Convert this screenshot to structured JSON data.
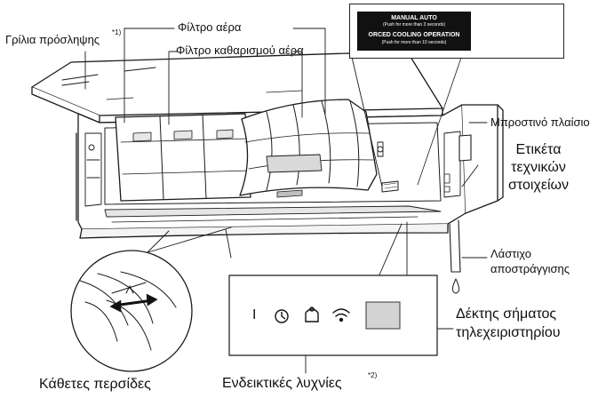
{
  "labels": {
    "intake_grille": "Γρίλια πρόσληψης",
    "intake_grille_note": "*1)",
    "air_filter": "Φίλτρο αέρα",
    "cleaning_filter": "Φίλτρο καθαρισμού αέρα",
    "front_panel": "Μπροστινό πλαίσιο",
    "spec_label_1": "Ετικέτα",
    "spec_label_2": "τεχνικών",
    "spec_label_3": "στοιχείων",
    "drain_hose_1": "Λάστιχο",
    "drain_hose_2": "αποστράγγισης",
    "receiver_1": "Δέκτης σήματος",
    "receiver_2": "τηλεχειριστηρίου",
    "vertical_louvers": "Κάθετες περσίδες",
    "indicators": "Ενδεικτικές λυχνίες",
    "indicators_note": "*2)"
  },
  "inset": {
    "line1": "MANUAL AUTO",
    "line2": "(Push for more than 3 seconds)",
    "line3": "ORCED COOLING OPERATION",
    "line4": "(Push for more than 10 seconds)"
  },
  "indicator_panel": {
    "power_symbol": "I"
  },
  "colors": {
    "line": "#1a1a1a",
    "fill": "#ffffff",
    "shade": "#d9d9d9",
    "receiver": "#d3d3d3"
  }
}
